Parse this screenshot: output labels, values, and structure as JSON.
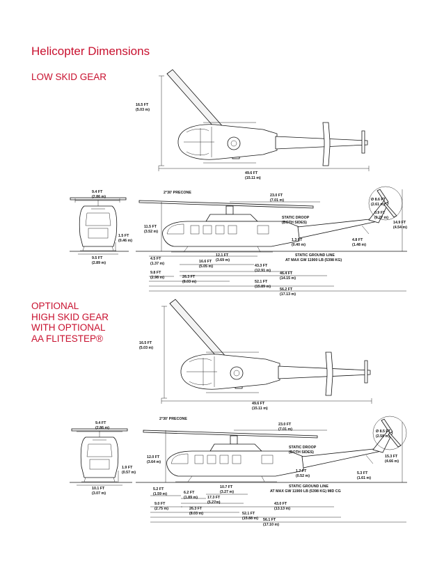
{
  "title": "Helicopter Dimensions",
  "section1": {
    "heading": "LOW SKID GEAR"
  },
  "section2": {
    "heading_lines": [
      "OPTIONAL",
      "HIGH SKID GEAR",
      "WITH OPTIONAL",
      "AA FLITESTEP®"
    ]
  },
  "top1": {
    "height": [
      "16.5 FT",
      "(5.03 m)"
    ],
    "length": [
      "49.6 FT",
      "(15.11 m)"
    ]
  },
  "side1": {
    "front_width": [
      "9.4 FT",
      "(2.86 m)"
    ],
    "front_skid": [
      "9.5 FT",
      "(2.89 m)"
    ],
    "ground_clear": [
      "1.5 FT",
      "(0.46 m)"
    ],
    "precone": "2°30' PRECONE",
    "rotor_to_tail": [
      "23.0 FT",
      "(7.01 m)"
    ],
    "tail_rotor_dia": [
      "Ø 8.6 FT",
      "(2.61 m)"
    ],
    "tail_gap": [
      "0.9 FT",
      "(0.27 m)"
    ],
    "total_height": [
      "14.9 FT",
      "(4.54 m)"
    ],
    "hub_height": [
      "11.5 FT",
      "(3.52 m)"
    ],
    "droop": [
      "STATIC DROOP",
      "(BOTH SIDES)"
    ],
    "droop_gap": [
      "1.3 FT",
      "(0.40 m)"
    ],
    "tail_h": [
      "4.8 FT",
      "(1.48 m)"
    ],
    "ground_line": [
      "STATIC GROUND LINE",
      "AT MAX GW 11900 LB (5398 KG)"
    ],
    "d_4_5": [
      "4.5 FT",
      "(1.37 m)"
    ],
    "d_12_1": [
      "12.1 FT",
      "(3.69 m)"
    ],
    "d_16_6": [
      "16.6 FT",
      "(5.05 m)"
    ],
    "d_43_3": [
      "43.3 FT",
      "(12.91 m)"
    ],
    "d_9_8": [
      "9.8 FT",
      "(2.98 m)"
    ],
    "d_26_3": [
      "26.3 FT",
      "(8.03 m)"
    ],
    "d_46_4": [
      "46.4 FT",
      "(14.15 m)"
    ],
    "d_52_1": [
      "52.1 FT",
      "(15.89 m)"
    ],
    "d_56_2": [
      "56.2 FT",
      "(17.13 m)"
    ]
  },
  "top2": {
    "height": [
      "16.5 FT",
      "(5.03 m)"
    ],
    "length": [
      "49.6 FT",
      "(15.11 m)"
    ]
  },
  "side2": {
    "front_width": [
      "9.4 FT",
      "(2.86 m)"
    ],
    "front_skid": [
      "10.1 FT",
      "(3.07 m)"
    ],
    "ground_clear": [
      "1.9 FT",
      "(0.57 m)"
    ],
    "precone": "2°30' PRECONE",
    "rotor_to_tail": [
      "23.0 FT",
      "(7.01 m)"
    ],
    "tail_rotor_dia": [
      "Ø 8.5 FT",
      "(2.58 m)"
    ],
    "total_height": [
      "15.3 FT",
      "(4.66 m)"
    ],
    "hub_height": [
      "12.0 FT",
      "(3.64 m)"
    ],
    "droop": [
      "STATIC DROOP",
      "(BOTH SIDES)"
    ],
    "droop_gap": [
      "1.7 FT",
      "(0.52 m)"
    ],
    "tail_h": [
      "5.3 FT",
      "(1.61 m)"
    ],
    "ground_line": [
      "STATIC GROUND LINE",
      "AT MAX GW 11900 LB (5398 KG) MID CG"
    ],
    "d_5_2": [
      "5.2 FT",
      "(1.59 m)"
    ],
    "d_6_2": [
      "6.2 FT",
      "(1.89 m)"
    ],
    "d_10_7": [
      "10.7 FT",
      "(3.27 m)"
    ],
    "d_17_3": [
      "17.3 FT",
      "(5.27m)"
    ],
    "d_9_0": [
      "9.0 FT",
      "(2.75 m)"
    ],
    "d_26_3": [
      "26.3 FT",
      "(8.03 m)"
    ],
    "d_43_0": [
      "43.0 FT",
      "(13.13 m)"
    ],
    "d_52_1": [
      "52.1 FT",
      "(15.88 m)"
    ],
    "d_56_1": [
      "56.1 FT",
      "(17.10 m)"
    ]
  }
}
